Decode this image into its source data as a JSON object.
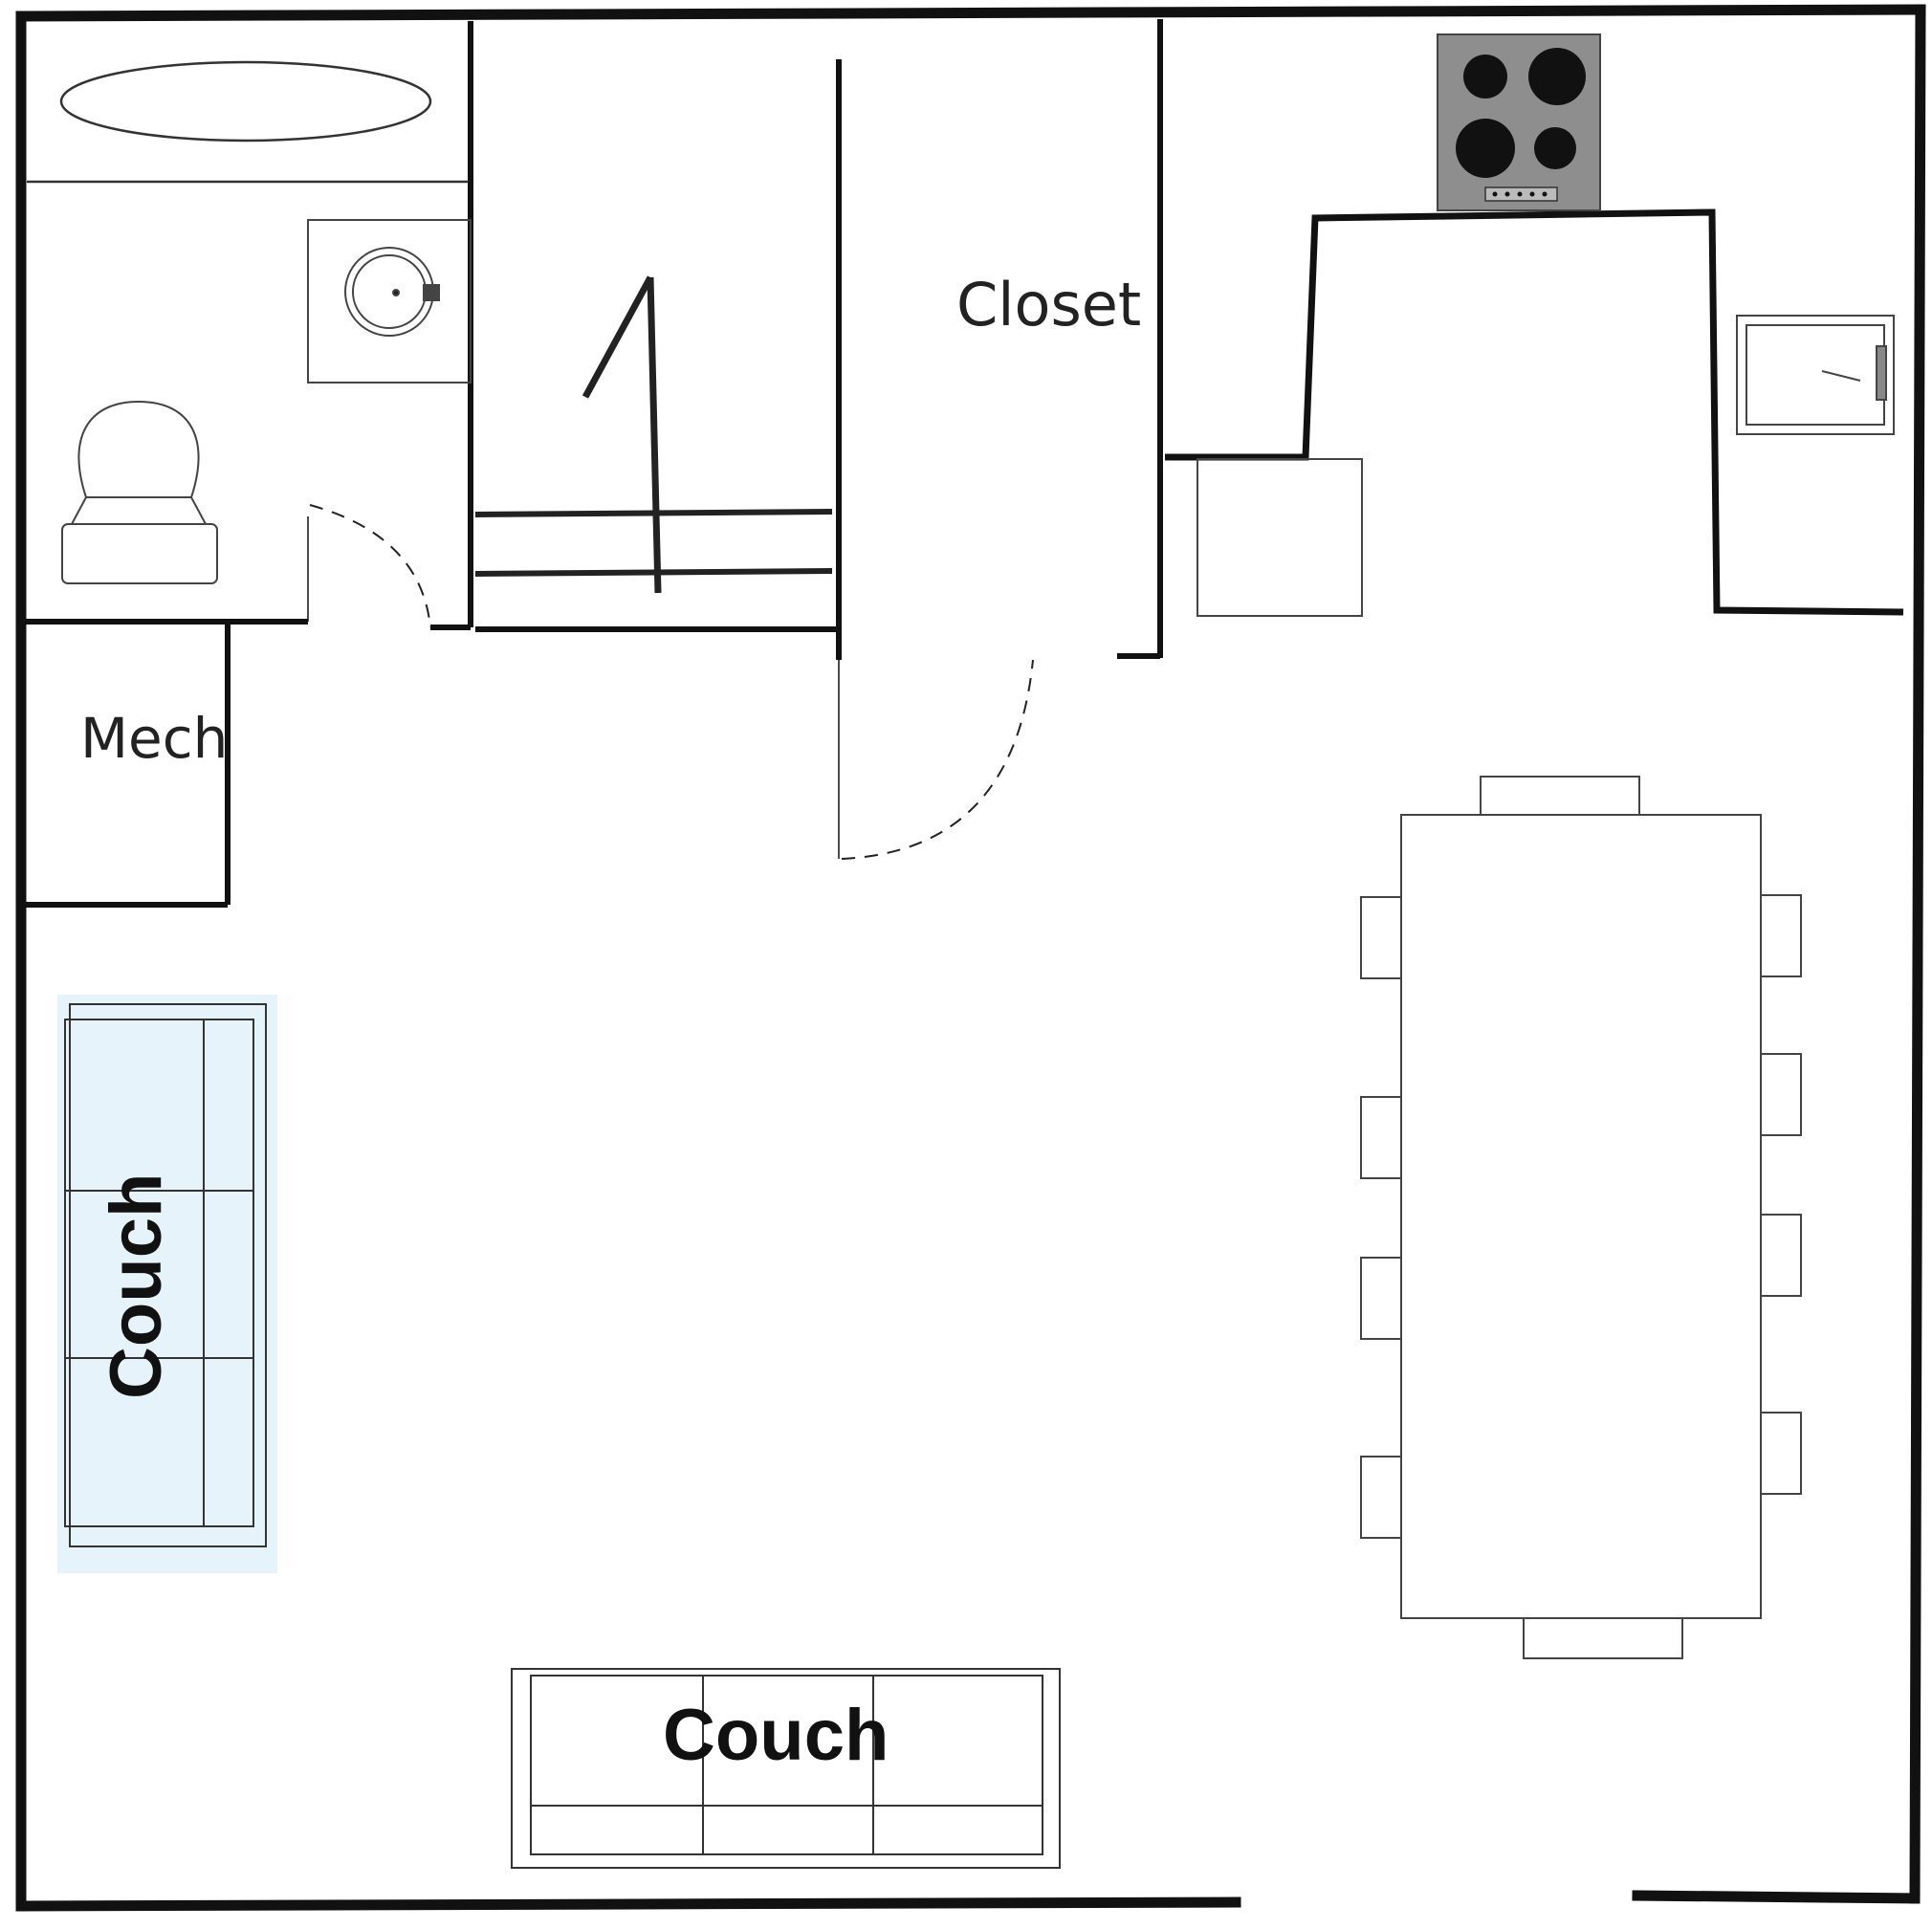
{
  "plan": {
    "labels": {
      "closet": "Closet",
      "mech": "Mech",
      "couch_left": "Couch",
      "couch_bottom": "Couch"
    },
    "colors": {
      "wall": "#111111",
      "fixture_line": "#555555",
      "stove_surface": "#8e8e8e",
      "burner": "#111111",
      "couch_highlight": "#e6f3fa"
    },
    "icons": {
      "stairs": "stairs-arrow-icon",
      "stove": "stove-icon",
      "sink": "sink-icon",
      "toilet": "toilet-icon",
      "bathtub": "bathtub-icon",
      "kitchen_sink": "kitchen-sink-icon",
      "dining_table": "dining-table-icon"
    }
  }
}
